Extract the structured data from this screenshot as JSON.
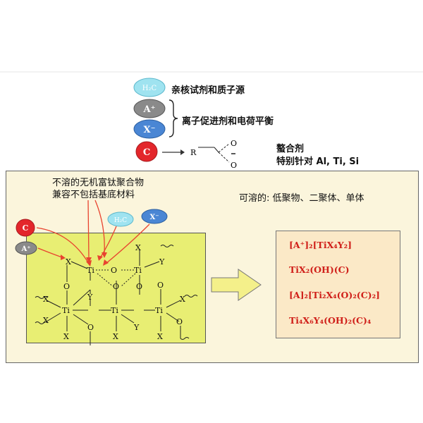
{
  "legend": {
    "h2c": {
      "label": "H₂C",
      "text": "亲核试剂和质子源"
    },
    "a_plus": {
      "label": "A⁺"
    },
    "x_minus": {
      "label": "X⁻"
    },
    "brace_text": "离子促进剂和电荷平衡",
    "c": {
      "label": "C"
    },
    "chelate_r": "R",
    "chelate_o": "O",
    "chelator_title": "螯合剂",
    "chelator_sub": "特别针对 Al, Ti, Si"
  },
  "insoluble": {
    "line1": "不溶的无机富钛聚合物",
    "line2": "兼容不包括基底材料",
    "ball_c": "C",
    "ball_a": "A⁺",
    "ball_h2c": "H₂C",
    "ball_x": "X⁻"
  },
  "soluble_label": "可溶的:   低聚物、二聚体、单体",
  "structure": {
    "ti": "Ti",
    "x": "X",
    "y": "Y",
    "o": "O"
  },
  "products": [
    {
      "formula": "[A⁺]₂[TiX₄Y₂]"
    },
    {
      "formula": "TiX₂(OH)(C)"
    },
    {
      "formula": "[A]₂[Ti₂X₄(O)₂(C)₂]"
    },
    {
      "formula": "Ti₄X₆Y₄(OH)₂(C)₄"
    }
  ],
  "colors": {
    "h2c_ball": "#9fe3f0",
    "a_ball": "#8a8a8a",
    "x_ball": "#4a86d4",
    "c_ball": "#e3262b",
    "yellow_box": "#e8ee73",
    "product_box": "#fbe9c7",
    "arrow_yellow": "#f4f08a",
    "product_text": "#d0201a",
    "red_arrow": "#e8432f"
  }
}
